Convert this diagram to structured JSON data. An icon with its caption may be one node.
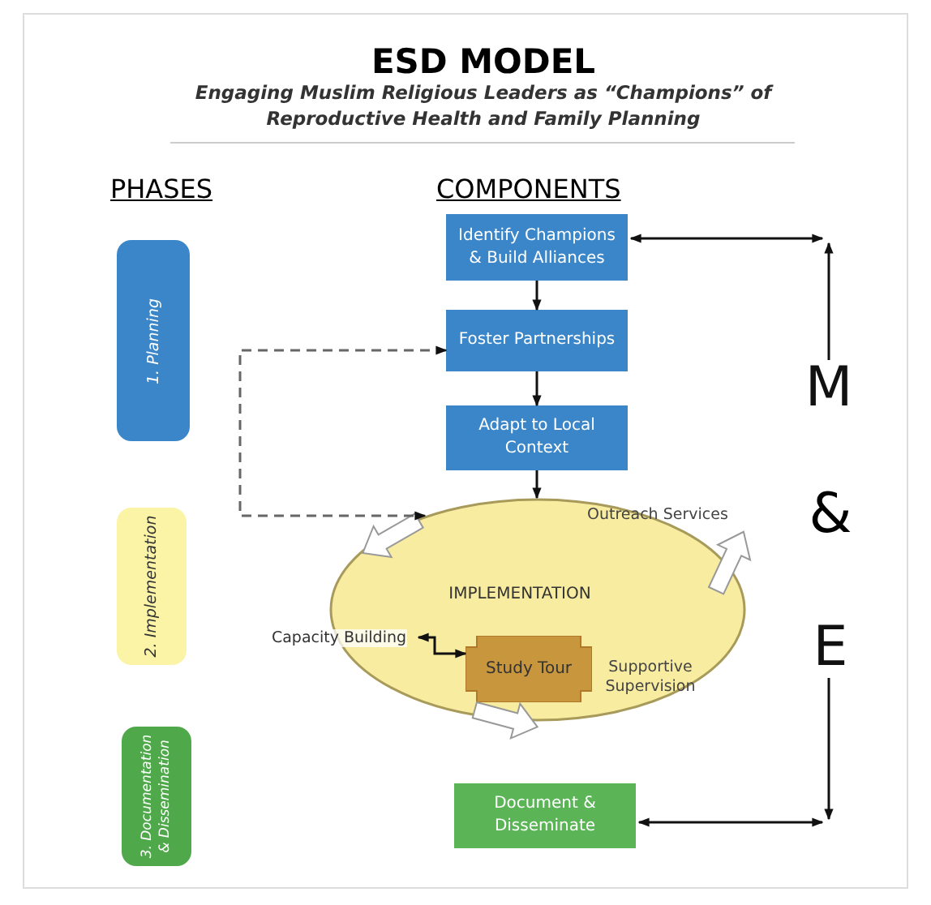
{
  "diagram": {
    "title": "ESD MODEL",
    "nodes": [
      {
        "text": [
          "1. Planning"
        ]
      },
      {
        "text": [
          "2. Implementation"
        ]
      },
      {
        "text": [
          "3. Documentation & Dissemination"
        ]
      },
      {
        "text": [
          "Identify Champions & Build Alliances"
        ]
      },
      {
        "text": [
          "Foster Partnerships"
        ]
      },
      {
        "text": [
          "Adapt to Local Context"
        ]
      },
      {
        "text": [
          "IMPLEMENTATION"
        ]
      },
      {
        "text": [
          "Capacity Building"
        ]
      },
      {
        "text": [
          "Study Tour"
        ],
        "in": 6
      },
      {
        "text": [
          "Document & Disseminate"
        ]
      },
      {
        "text": [
          "M"
        ]
      },
      {
        "text": [
          "E"
        ]
      }
    ],
    "edges": [
      {
        "from": 3,
        "to": 4,
        "arrow": "to"
      },
      {
        "from": 4,
        "to": 5,
        "arrow": "to"
      },
      {
        "from": 5,
        "to": 6,
        "arrow": "to"
      },
      {
        "from": 4,
        "to": 6,
        "arrow": "both",
        "style": "dashed"
      },
      {
        "from": 7,
        "to": 8,
        "arrow": "both"
      },
      {
        "from": null,
        "to": 3,
        "arrow": "both"
      },
      {
        "from": 10,
        "to": null,
        "arrow": "to"
      },
      {
        "from": 11,
        "to": null,
        "arrow": "to"
      },
      {
        "from": null,
        "to": 9,
        "arrow": "both"
      }
    ],
    "labels": [
      "Engaging Muslim Religious Leaders as “Champions” of Reproductive Health and Family Planning",
      "PHASES",
      "COMPONENTS",
      "Outreach Services",
      "Supportive Supervision",
      "&"
    ]
  }
}
